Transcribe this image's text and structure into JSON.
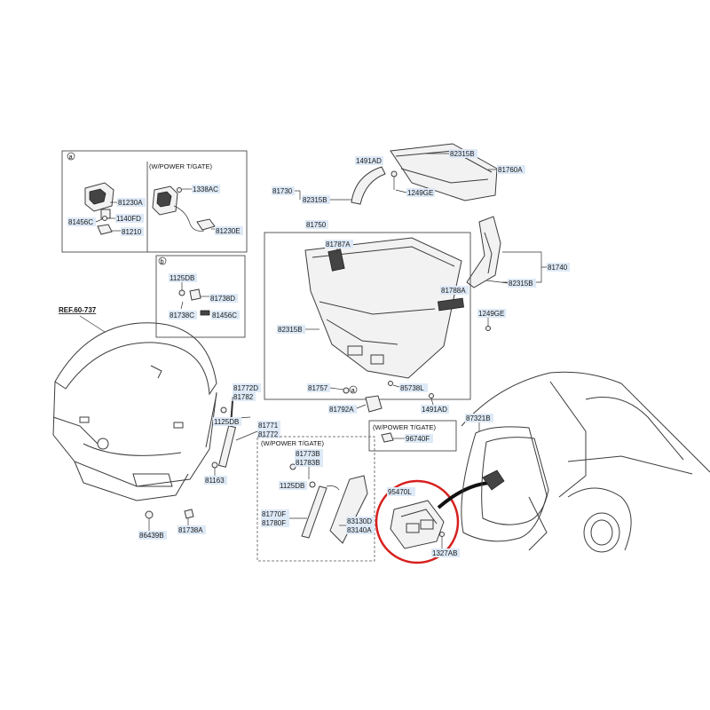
{
  "ref": "REF.60-737",
  "inset_a": {
    "tag": "a",
    "power_caption": "(W/POWER T/GATE)",
    "labels": [
      "81230A",
      "1140FD",
      "81456C",
      "81210",
      "1338AC",
      "81230E"
    ]
  },
  "inset_b": {
    "tag": "b",
    "labels": [
      "1125DB",
      "81738D",
      "81738C",
      "81456C"
    ]
  },
  "trim": {
    "labels": [
      "1491AD",
      "82315B",
      "81760A",
      "81730",
      "82315B",
      "1249GE",
      "81750",
      "81787A",
      "81740",
      "82315B",
      "81788A",
      "1249GE",
      "82315B",
      "81757",
      "85738L",
      "81792A",
      "1491AD"
    ],
    "callout": "a"
  },
  "power_box_small": {
    "caption": "(W/POWER T/GATE)",
    "label": "96740F"
  },
  "tailgate": {
    "labels": [
      "81772D",
      "81782",
      "1125DB",
      "81771",
      "81772",
      "81163",
      "86439B",
      "81738A"
    ]
  },
  "power_box_large": {
    "caption": "(W/POWER T/GATE)",
    "labels": [
      "81773B",
      "81783B",
      "1125DB",
      "81770F",
      "81780F",
      "83130D",
      "83140A"
    ]
  },
  "highlight": {
    "labels": [
      "95470L",
      "1327AB"
    ],
    "color": "#d6201e"
  },
  "vehicle": {
    "label": "87321B"
  }
}
